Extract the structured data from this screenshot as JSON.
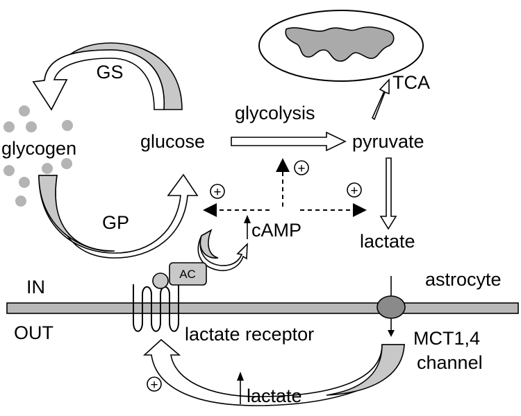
{
  "labels": {
    "glycogen": "glycogen",
    "gs": "GS",
    "gp": "GP",
    "glucose": "glucose",
    "glycolysis": "glycolysis",
    "pyruvate": "pyruvate",
    "tca": "TCA",
    "lactate_in": "lactate",
    "camp": "cAMP",
    "ac": "AC",
    "in": "IN",
    "out": "OUT",
    "astrocyte": "astrocyte",
    "lactate_receptor": "lactate receptor",
    "mct_line1": "MCT1,4",
    "mct_line2": "channel",
    "lactate_out": "lactate"
  },
  "symbols": {
    "plus": "+",
    "up_arrow": "↑"
  },
  "colors": {
    "membrane": "#b8b8b8",
    "arrow_fill": "#c8c8c8",
    "dots": "#b4b4b4",
    "mito_fill": "#aaaaaa"
  }
}
